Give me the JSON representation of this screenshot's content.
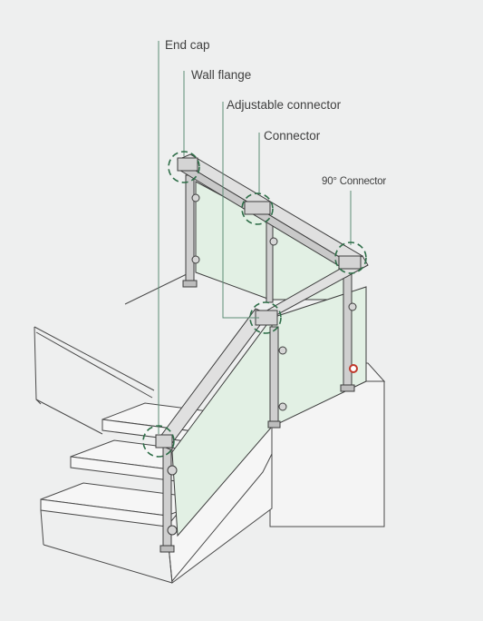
{
  "labels": {
    "end_cap": "End cap",
    "wall_flange": "Wall flange",
    "adjustable_connector": "Adjustable connector",
    "connector": "Connector",
    "ninety_connector": "90° Connector"
  },
  "colors": {
    "background": "#eeefef",
    "line": "#3c3c3c",
    "leader": "#5c8c74",
    "callout_circle": "#2e6e48",
    "glass": "#e2f0e4",
    "metal": "#c9c9c9",
    "rail_top": "#e0e0e0",
    "accent_red": "#c0392b"
  }
}
